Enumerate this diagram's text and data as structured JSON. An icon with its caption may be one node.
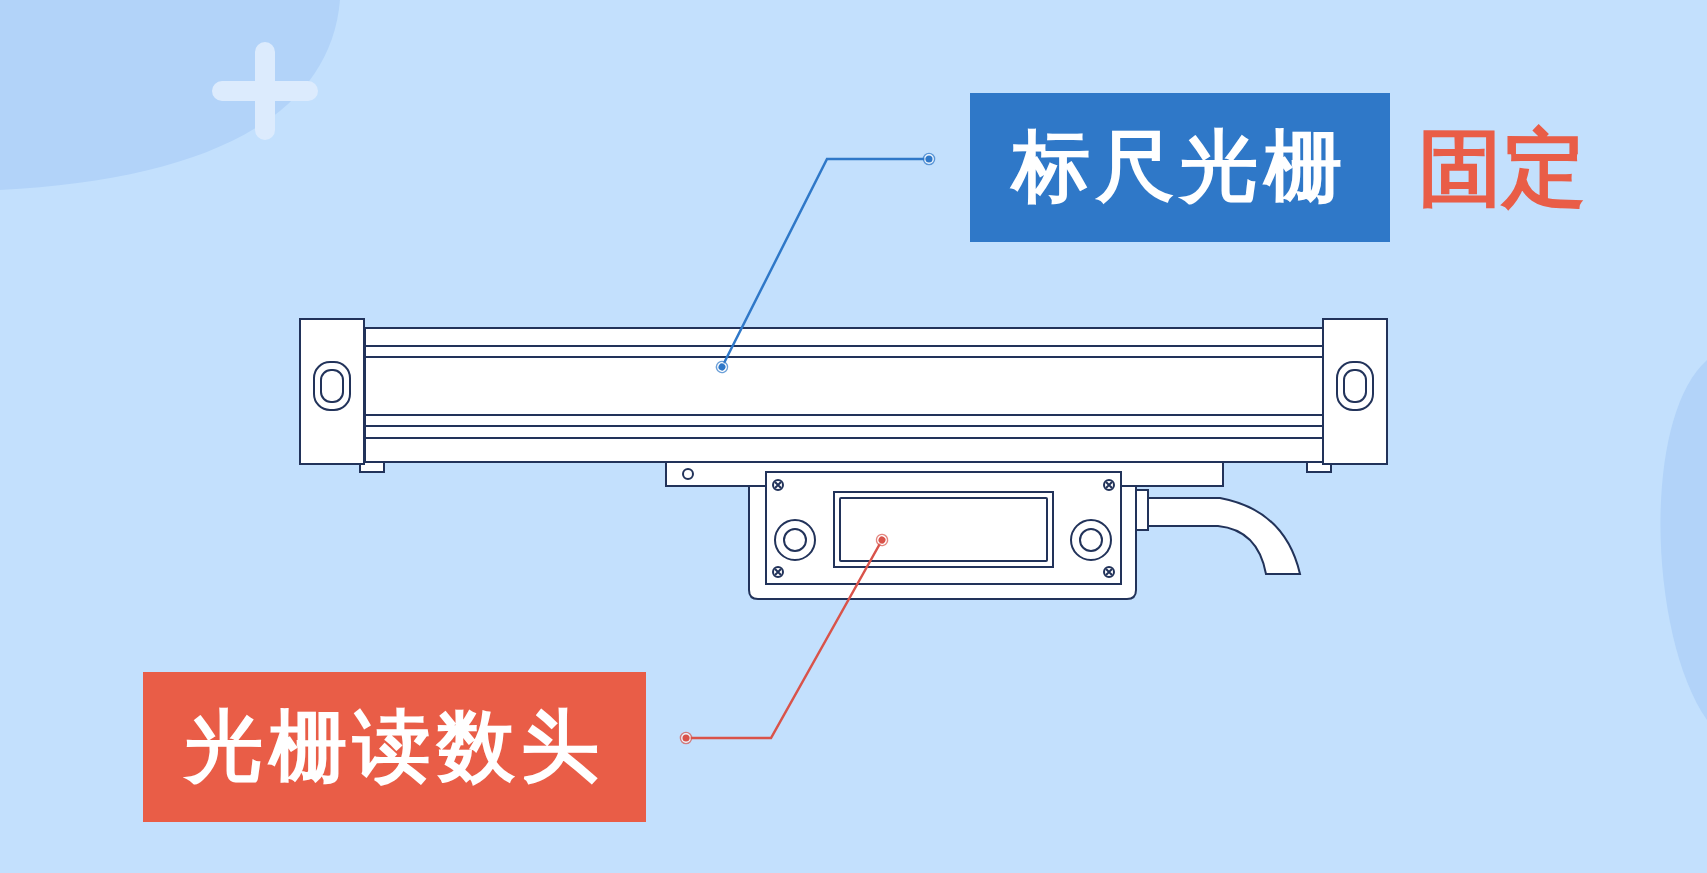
{
  "diagram": {
    "nodes": [
      {
        "text": [
          "标尺光栅"
        ],
        "beside": [
          "固定"
        ]
      },
      {
        "text": [],
        "shape": "bar"
      },
      {
        "text": [],
        "shape": "box"
      },
      {
        "text": [
          "光栅读数头"
        ]
      }
    ],
    "edges": [
      {
        "from": 0,
        "to": 1,
        "arrow": "other",
        "color": "#2f78c8"
      },
      {
        "from": 3,
        "to": 2,
        "arrow": "other",
        "color": "#d9534a"
      }
    ]
  }
}
